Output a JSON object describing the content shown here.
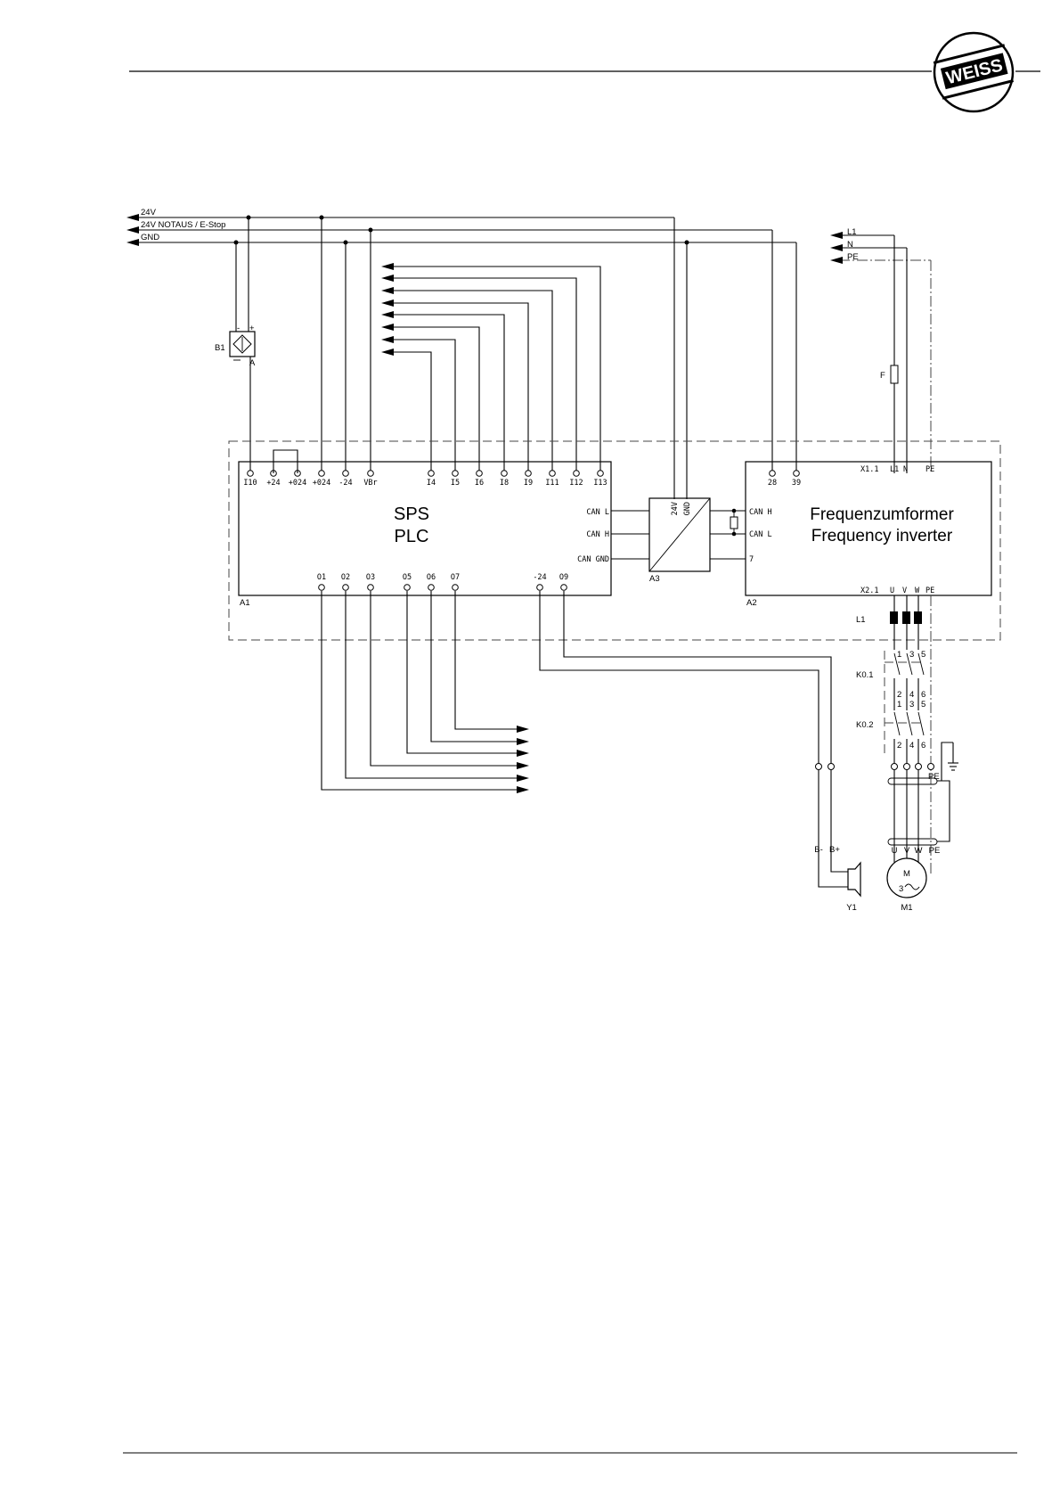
{
  "logo": {
    "text": "WEISS"
  },
  "bus": {
    "l24": "24V",
    "estop": "24V NOTAUS / E-Stop",
    "gnd": "GND"
  },
  "mains": {
    "l1": "L1",
    "n": "N",
    "pe": "PE"
  },
  "fuse": "F",
  "sensor": {
    "name": "B1",
    "minus": "-",
    "plus": "+",
    "a": "A"
  },
  "plc": {
    "title1": "SPS",
    "title2": "PLC",
    "ref": "A1",
    "top_terms": [
      "I10",
      "+24",
      "+024",
      "+024",
      "-24",
      "VBr",
      "I4",
      "I5",
      "I6",
      "I8",
      "I9",
      "I11",
      "I12",
      "I13"
    ],
    "bottom_terms": [
      "O1",
      "O2",
      "O3",
      "O5",
      "O6",
      "O7",
      "-24",
      "O9"
    ],
    "can": [
      "CAN L",
      "CAN H",
      "CAN GND"
    ]
  },
  "conv": {
    "ref": "A3",
    "v24": "24V",
    "gnd": "GND"
  },
  "fu": {
    "title1": "Frequenzumformer",
    "title2": "Frequency inverter",
    "ref": "A2",
    "top_terms": [
      "28",
      "39"
    ],
    "x11": "X1.1",
    "x11_terms": [
      "L1",
      "N",
      "PE"
    ],
    "can": [
      "CAN H",
      "CAN L",
      "7"
    ],
    "x21": "X2.1",
    "x21_terms": [
      "U",
      "V",
      "W",
      "PE"
    ]
  },
  "choke": "L1",
  "k01": {
    "name": "K0.1",
    "top": [
      "1",
      "3",
      "5"
    ],
    "bottom": [
      "2",
      "4",
      "6"
    ],
    "next": [
      "1",
      "3",
      "5"
    ]
  },
  "k02": {
    "name": "K0.2",
    "bottom": [
      "2",
      "4",
      "6"
    ]
  },
  "motor_terms": [
    "U",
    "V",
    "W",
    "PE"
  ],
  "pe_label": "PE",
  "motor": {
    "name": "M1",
    "m": "M",
    "three": "3"
  },
  "brake": {
    "name": "Y1",
    "minus": "B-",
    "plus": "B+"
  }
}
